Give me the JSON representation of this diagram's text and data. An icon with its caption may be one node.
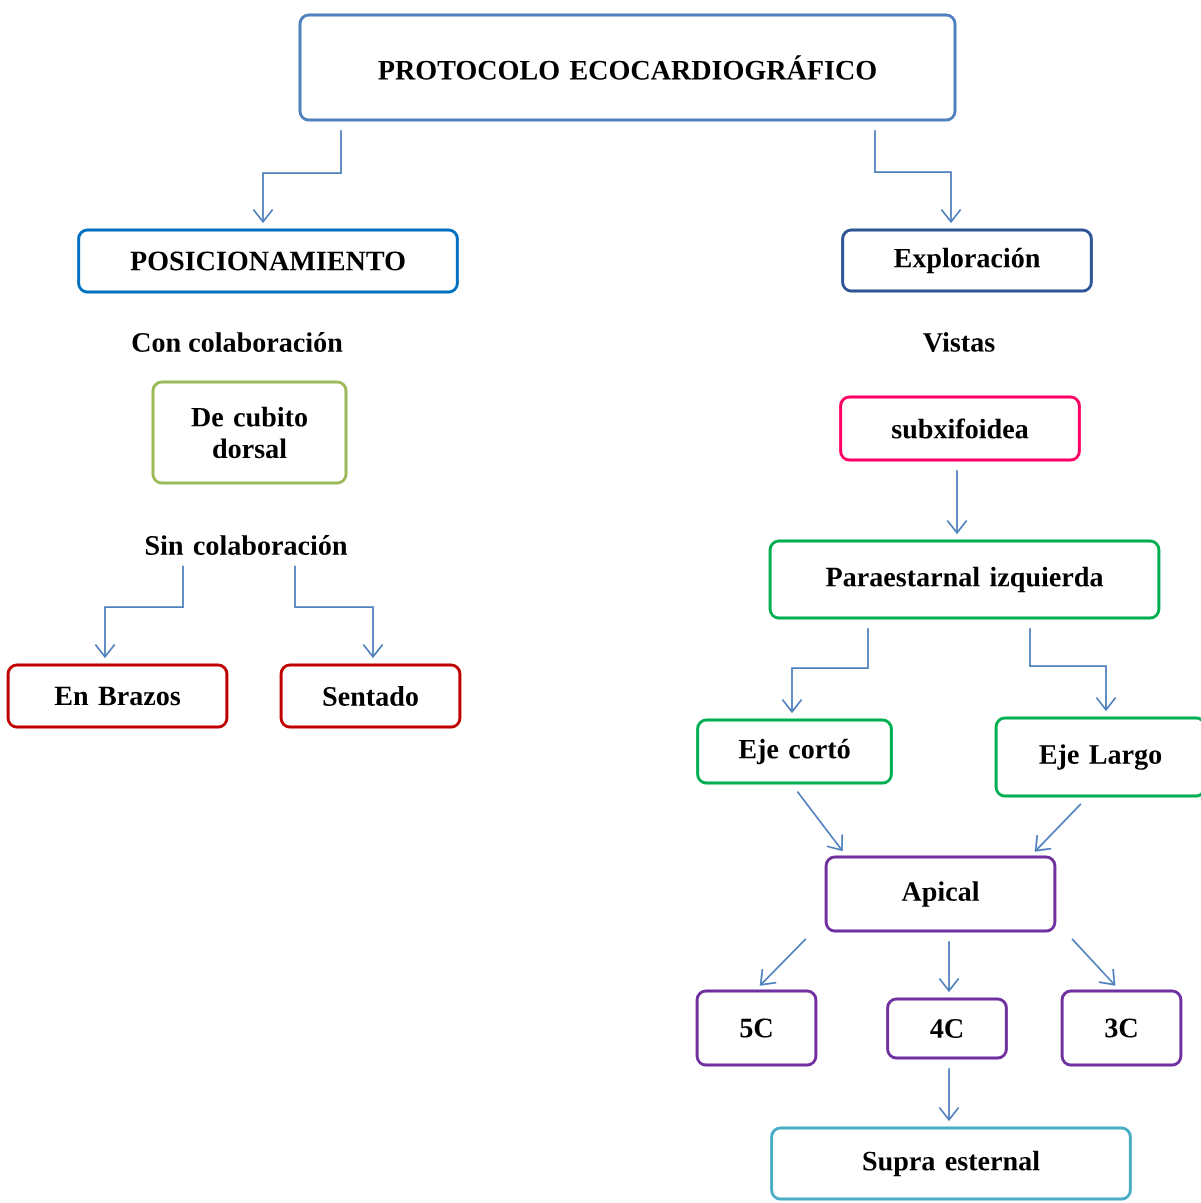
{
  "diagram": {
    "nodes": [
      {
        "text": [
          "PROTOCOLO ECOCARDIOGRÁFICO"
        ]
      },
      {
        "text": [
          "POSICIONAMIENTO"
        ]
      },
      {
        "text": [
          "Exploración"
        ]
      },
      {
        "text": [
          "De cubito dorsal"
        ]
      },
      {
        "text": [
          "Sin colaboración"
        ]
      },
      {
        "text": [
          "En Brazos"
        ]
      },
      {
        "text": [
          "Sentado"
        ]
      },
      {
        "text": [
          "subxifoidea"
        ]
      },
      {
        "text": [
          "Paraestarnal izquierda"
        ]
      },
      {
        "text": [
          "Eje cortó"
        ]
      },
      {
        "text": [
          "Eje Largo"
        ]
      },
      {
        "text": [
          "Apical"
        ]
      },
      {
        "text": [
          "5C"
        ]
      },
      {
        "text": [
          "4C"
        ]
      },
      {
        "text": [
          "3C"
        ]
      },
      {
        "text": [
          "Supra esternal"
        ]
      }
    ],
    "edges": [
      {
        "from": 0,
        "to": 1,
        "arrow": "to"
      },
      {
        "from": 0,
        "to": 2,
        "arrow": "to"
      },
      {
        "from": 4,
        "to": 5,
        "arrow": "to"
      },
      {
        "from": 4,
        "to": 6,
        "arrow": "to"
      },
      {
        "from": 7,
        "to": 8,
        "arrow": "to"
      },
      {
        "from": 8,
        "to": 9,
        "arrow": "to"
      },
      {
        "from": 8,
        "to": 10,
        "arrow": "to"
      },
      {
        "from": 9,
        "to": 11,
        "arrow": "to"
      },
      {
        "from": 10,
        "to": 11,
        "arrow": "to"
      },
      {
        "from": 11,
        "to": 12,
        "arrow": "to"
      },
      {
        "from": 11,
        "to": 13,
        "arrow": "to"
      },
      {
        "from": 11,
        "to": 14,
        "arrow": "to"
      },
      {
        "from": 13,
        "to": 15,
        "arrow": "to"
      }
    ],
    "labels": [
      "Con colaboración",
      "Vistas"
    ]
  }
}
